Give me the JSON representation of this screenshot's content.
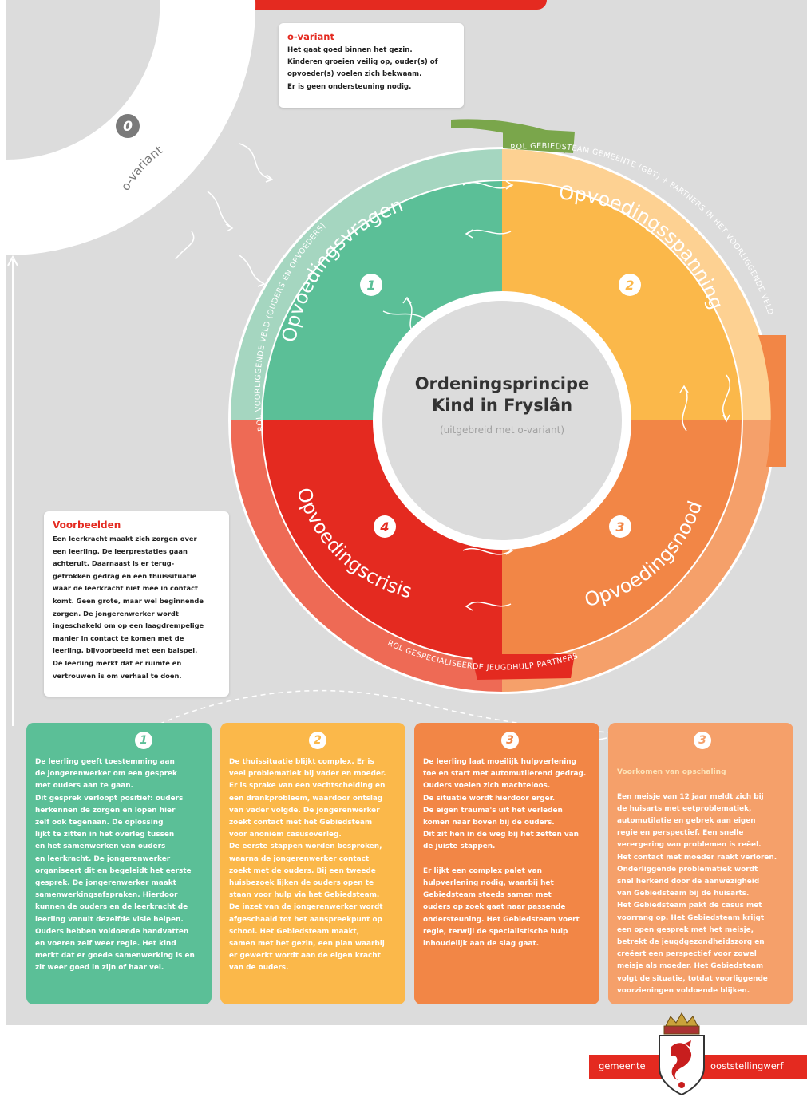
{
  "banner": {
    "color": "#e42a20"
  },
  "colors": {
    "green": "#5bbf97",
    "yellow": "#fbb84a",
    "orange": "#f28646",
    "red": "#e42a20",
    "salmon": "#f5a06a",
    "olive": "#7aa64b"
  },
  "o_variant_box": {
    "title": "o-variant",
    "text": "Het gaat goed binnen het gezin.\nKinderen groeien veilig op, ouder(s) of\nopvoeder(s) voelen zich bekwaam.\nEr is geen ondersteuning nodig."
  },
  "o_variant_label": {
    "number": "0",
    "label": "o-variant"
  },
  "center": {
    "title1": "Ordeningsprincipe",
    "title2": "Kind in Fryslân",
    "subtitle": "(uitgebreid met o-variant)"
  },
  "quadrants": [
    {
      "number": "1",
      "label": "Opvoedingsvragen"
    },
    {
      "number": "2",
      "label": "Opvoedingsspanning"
    },
    {
      "number": "3",
      "label": "Opvoedingsnood"
    },
    {
      "number": "4",
      "label": "Opvoedingscrisis"
    }
  ],
  "ring_labels": {
    "left": "ROL VOORLIGGENDE VELD (OUDERS EN OPVOEDERS)",
    "right": "ROL GEBIEDSTEAM GEMEENTE (GBT) + PARTNERS IN HET VOORLIGGENDE VELD",
    "bottom": "ROL GESPECIALISEERDE JEUGDHULP PARTNERS"
  },
  "voorbeelden": {
    "title": "Voorbeelden",
    "text": "Een leerkracht maakt zich zorgen over\neen leerling. De leerprestaties gaan\nachteruit. Daarnaast is er terug-\ngetrokken gedrag en een thuissituatie\nwaar de leerkracht niet mee in contact\nkomt. Geen grote, maar wel beginnende\nzorgen. De jongerenwerker wordt\ningeschakeld om op een laagdrempelige\nmanier in contact te komen met de\nleerling, bijvoorbeeld met een balspel.\nDe leerling merkt dat er ruimte en\nvertrouwen is om verhaal te doen."
  },
  "cards": [
    {
      "number": "1",
      "subtitle": "",
      "text": "De leerling geeft toestemming aan\nde jongerenwerker om een gesprek\nmet ouders aan te gaan.\nDit gesprek verloopt positief: ouders\nherkennen de zorgen en lopen hier\nzelf ook tegenaan. De oplossing\nlijkt te zitten in het overleg tussen\nen het samenwerken van ouders\nen leerkracht.  De jongerenwerker\norganiseert dit en begeleidt het eerste\ngesprek. De jongerenwerker maakt\nsamenwerkingsafspraken. Hierdoor\nkunnen de ouders en de leerkracht de\nleerling vanuit dezelfde visie helpen.\nOuders hebben voldoende handvatten\nen voeren zelf weer regie. Het kind\nmerkt dat er goede samenwerking is en\nzit weer goed in zijn of haar vel."
    },
    {
      "number": "2",
      "subtitle": "",
      "text": "De thuissituatie blijkt complex. Er is\nveel problematiek bij vader en moeder.\nEr is sprake van een vechtscheiding en\neen drankprobleem, waardoor ontslag\nvan vader volgde. De jongerenwerker\nzoekt contact met het Gebiedsteam\nvoor anoniem casusoverleg.\nDe eerste stappen worden besproken,\nwaarna de jongerenwerker contact\nzoekt met de ouders. Bij een tweede\nhuisbezoek lijken de ouders open te\nstaan voor hulp via het Gebiedsteam.\nDe inzet van de jongerenwerker wordt\nafgeschaald tot het aanspreekpunt op\nschool. Het Gebiedsteam maakt,\nsamen met het gezin, een plan waarbij\ner gewerkt wordt aan de eigen kracht\nvan de ouders."
    },
    {
      "number": "3",
      "subtitle": "",
      "text": "De leerling laat moeilijk hulpverlening\ntoe en start met automutilerend gedrag.\nOuders voelen zich machteloos.\nDe situatie wordt hierdoor erger.\nDe eigen trauma's uit het verleden\nkomen naar boven bij de ouders.\nDit zit hen in de weg bij het zetten van\nde juiste stappen.\n\nEr lijkt een complex palet van\nhulpverlening nodig, waarbij het\nGebiedsteam steeds samen met\nouders op zoek gaat naar passende\nondersteuning. Het Gebiedsteam voert\nregie, terwijl de specialistische hulp\ninhoudelijk aan de slag gaat."
    },
    {
      "number": "3",
      "subtitle": "Voorkomen van opschaling",
      "text": "Een meisje van 12 jaar meldt zich bij\nde huisarts met eetproblematiek,\nautomutilatie en gebrek aan eigen\nregie en perspectief. Een snelle\nverergering van problemen is reëel.\nHet contact met moeder raakt verloren.\nOnderliggende problematiek wordt\nsnel herkend door de aanwezigheid\nvan Gebiedsteam bij de huisarts.\nHet Gebiedsteam pakt de casus met\nvoorrang op. Het Gebiedsteam krijgt\neen open gesprek met het meisje,\nbetrekt de jeugdgezondheidszorg en\ncreëert een perspectief voor zowel\nmeisje als moeder. Het Gebiedsteam\nvolgt de situatie, totdat voorliggende\nvoorzieningen voldoende blijken."
    }
  ],
  "logo": {
    "left": "gemeente",
    "right": "ooststellingwerf",
    "icon": "coat-of-arms-icon"
  }
}
